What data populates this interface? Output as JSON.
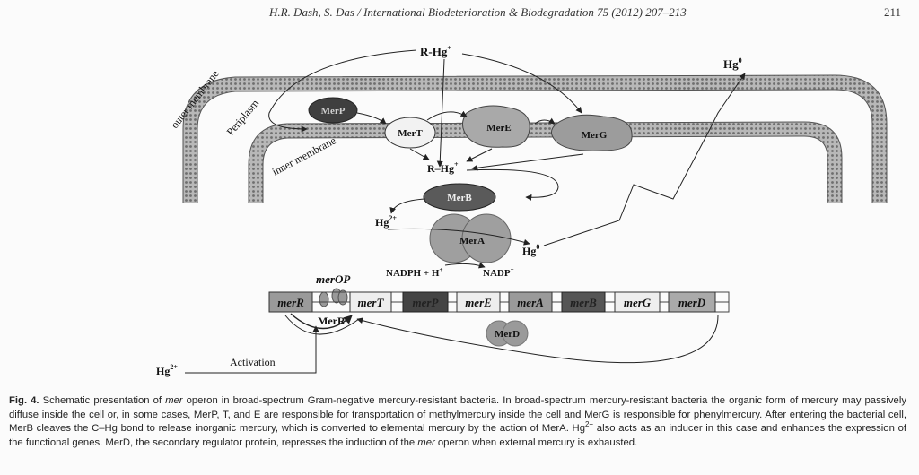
{
  "header": {
    "running_title": "H.R. Dash, S. Das / International Biodeterioration & Biodegradation 75 (2012) 207–213",
    "page_number": "211"
  },
  "figure": {
    "r_hg_top": "R-Hg",
    "r_hg_top_charge": "+",
    "r_hg_inner": "R–Hg",
    "r_hg_inner_charge": "+",
    "hg0_top": "Hg",
    "hg0_top_charge": "0",
    "hg0_merA": "Hg",
    "hg0_merA_charge": "0",
    "hg2_merB": "Hg",
    "hg2_merB_charge": "2+",
    "hg2_activation": "Hg",
    "hg2_activation_charge": "2+",
    "outer_membrane_label": "outer membrane",
    "periplasm_label": "Periplasm",
    "inner_membrane_label": "inner membrane",
    "proteins": {
      "merP": "MerP",
      "merT": "MerT",
      "merE": "MerE",
      "merG": "MerG",
      "merB": "MerB",
      "merA": "MerA",
      "merD": "MerD",
      "merR": "MerR"
    },
    "nadph_label": "NADPH + H",
    "nadph_charge": "+",
    "nadp_label": "NADP",
    "nadp_charge": "+",
    "merOP_label": "merOP",
    "activation_label": "Activation",
    "genes": [
      "merR",
      "merT",
      "merP",
      "merE",
      "merA",
      "merB",
      "merG",
      "merD"
    ],
    "gene_colors": {
      "merR": "#9a9a9a",
      "merT": "#eeeeee",
      "merP": "#444444",
      "merE": "#eeeeee",
      "merA": "#9a9a9a",
      "merB": "#555555",
      "merG": "#eeeeee",
      "merD": "#aaaaaa"
    }
  },
  "caption": {
    "fig_label": "Fig. 4.",
    "part1": " Schematic presentation of ",
    "mer_italic_1": "mer",
    "part2": " operon in broad-spectrum Gram-negative mercury-resistant bacteria. In broad-spectrum mercury-resistant bacteria the organic form of mercury may passively diffuse inside the cell or, in some cases, MerP, T, and E are responsible for transportation of methylmercury inside the cell and MerG is responsible for phenylmercury. After entering the bacterial cell, MerB cleaves the C–Hg bond to release inorganic mercury, which is converted to elemental mercury by the action of MerA. Hg",
    "hg_sup": "2+",
    "part3": " also acts as an inducer in this case and enhances the expression of the functional genes. MerD, the secondary regulator protein, represses the induction of the ",
    "mer_italic_2": "mer",
    "part4": " operon when external mercury is exhausted."
  }
}
